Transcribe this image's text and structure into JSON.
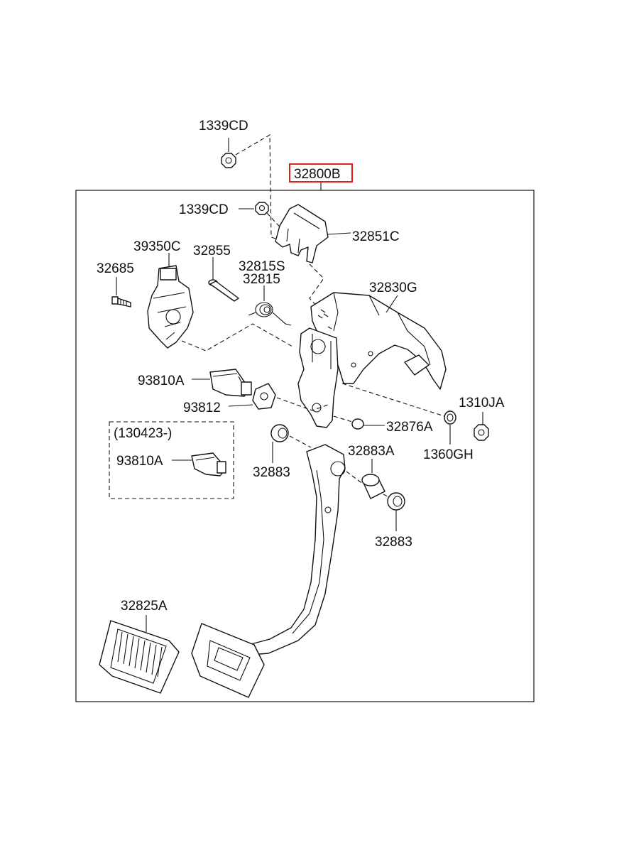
{
  "header_part": {
    "label": "32800B",
    "highlight_color": "#e02020"
  },
  "labels": {
    "p1339cd_top": "1339CD",
    "p1339cd_mid": "1339CD",
    "p32851c": "32851C",
    "p39350c": "39350C",
    "p32855": "32855",
    "p32815s": "32815S",
    "p32815": "32815",
    "p32685": "32685",
    "p32830g": "32830G",
    "p93810a": "93810A",
    "p93812": "93812",
    "p1310ja": "1310JA",
    "p32876a": "32876A",
    "p1360gh": "1360GH",
    "date_note": "(130423-)",
    "p93810a_alt": "93810A",
    "p32883_left": "32883",
    "p32883a": "32883A",
    "p32883_right": "32883",
    "p32825a": "32825A"
  }
}
